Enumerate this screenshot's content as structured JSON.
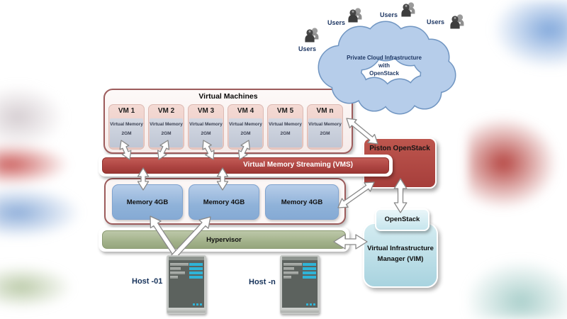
{
  "cloud": {
    "line1": "Private Cloud Infrastructure",
    "line2": "with",
    "line3": "OpenStack"
  },
  "users": {
    "labels": [
      "Users",
      "Users",
      "Users",
      "Users"
    ]
  },
  "vm_section": {
    "title": "Virtual Machines",
    "vms": [
      {
        "name": "VM 1",
        "mem1": "Virtual Memory",
        "mem2": "2GM"
      },
      {
        "name": "VM 2",
        "mem1": "Virtual Memory",
        "mem2": "2GM"
      },
      {
        "name": "VM 3",
        "mem1": "Virtual Memory",
        "mem2": "2GM"
      },
      {
        "name": "VM 4",
        "mem1": "Virtual Memory",
        "mem2": "2GM"
      },
      {
        "name": "VM 5",
        "mem1": "Virtual Memory",
        "mem2": "2GM"
      },
      {
        "name": "VM n",
        "mem1": "Virtual Memory",
        "mem2": "2GM"
      }
    ]
  },
  "vms_bar": {
    "label": "Virtual Memory Streaming (VMS)"
  },
  "piston": {
    "label": "Piston OpenStack"
  },
  "memory": {
    "boxes": [
      "Memory 4GB",
      "Memory 4GB",
      "Memory 4GB"
    ]
  },
  "hypervisor": {
    "label": "Hypervisor"
  },
  "openstack": {
    "label": "OpenStack"
  },
  "vim": {
    "line1": "Virtual Infrastructure",
    "line2": "Manager (VIM)"
  },
  "hosts": [
    {
      "label": "Host -01"
    },
    {
      "label": "Host -n"
    }
  ],
  "colors": {
    "vms_bar_red": "#b24946",
    "piston_red": "#b0443f",
    "memory_blue": "#97b7dc",
    "hypervisor_green": "#a9b891",
    "cloud_blue": "#b3cbe9",
    "cloud_border_blue": "#7196c2",
    "openstack_cyan": "#d4ecf2",
    "vim_cyan": "#b7dde7",
    "vm_card_pink": "#efd0ca",
    "vm_card_gray": "#c5cbd8",
    "host_stripe_cyan": "#2fb4d7",
    "label_navy": "#1f3864"
  }
}
